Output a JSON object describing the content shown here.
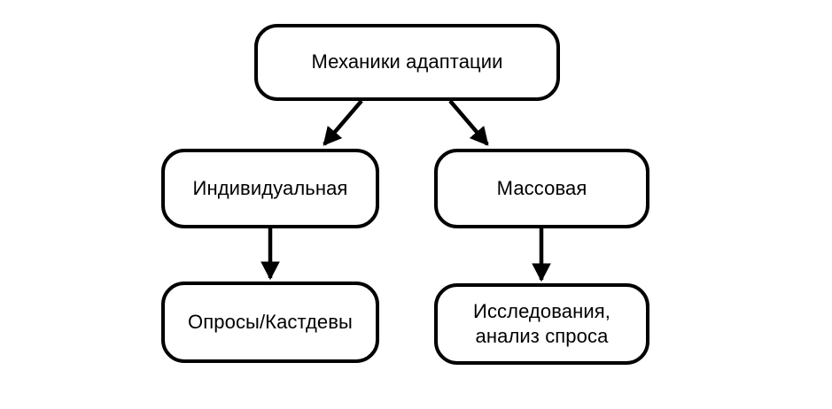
{
  "diagram": {
    "title": "Механики адаптации",
    "type": "tree",
    "background_color": "#ffffff",
    "stroke_color": "#000000",
    "fill_color": "#ffffff",
    "nodes": [
      {
        "id": "root",
        "label": "Механики адаптации",
        "level": 1
      },
      {
        "id": "individual",
        "label": "Индивидуальная",
        "level": 2
      },
      {
        "id": "mass",
        "label": "Массовая",
        "level": 2
      },
      {
        "id": "surveys",
        "label": "Опросы/Кастдевы",
        "level": 3
      },
      {
        "id": "research",
        "label": "Исследования,\nанализ спроса",
        "level": 3
      }
    ],
    "edges": [
      {
        "from": "root",
        "to": "individual",
        "style": "diagonal-arrow"
      },
      {
        "from": "root",
        "to": "mass",
        "style": "diagonal-arrow"
      },
      {
        "from": "individual",
        "to": "surveys",
        "style": "vertical-arrow"
      },
      {
        "from": "mass",
        "to": "research",
        "style": "vertical-arrow"
      }
    ]
  }
}
